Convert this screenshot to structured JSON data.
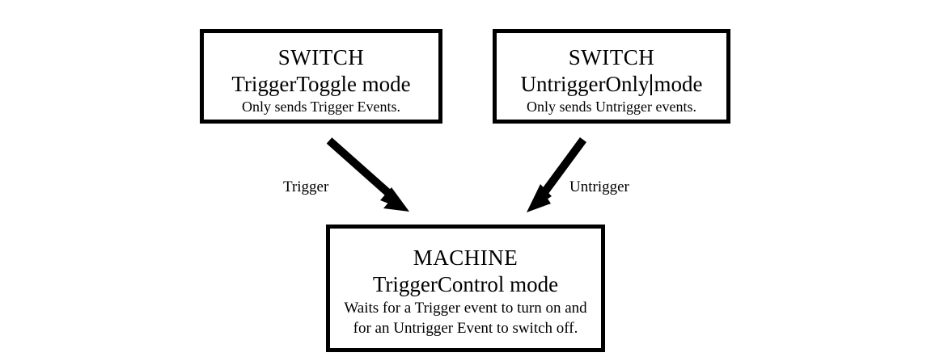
{
  "diagram": {
    "title_hidden": "",
    "background_color": "#ffffff",
    "stroke_color": "#000000",
    "nodes": [
      {
        "id": "switch-trigger-toggle",
        "title": "SWITCH",
        "mode": "TriggerToggle mode",
        "description": "Only sends Trigger Events.",
        "has_caret": false
      },
      {
        "id": "switch-untrigger-only",
        "title": "SWITCH",
        "mode_before_caret": "UntriggerOnly",
        "mode_after_caret": "mode",
        "description": "Only sends Untrigger events.",
        "has_caret": true
      },
      {
        "id": "machine-trigger-control",
        "title": "MACHINE",
        "mode": "TriggerControl mode",
        "description_line1": "Waits for a Trigger event to turn on and",
        "description_line2": "for an Untrigger Event to switch off."
      }
    ],
    "edges": [
      {
        "id": "trigger",
        "label": "Trigger",
        "from": "switch-trigger-toggle",
        "to": "machine-trigger-control"
      },
      {
        "id": "untrigger",
        "label": "Untrigger",
        "from": "switch-untrigger-only",
        "to": "machine-trigger-control"
      }
    ]
  }
}
